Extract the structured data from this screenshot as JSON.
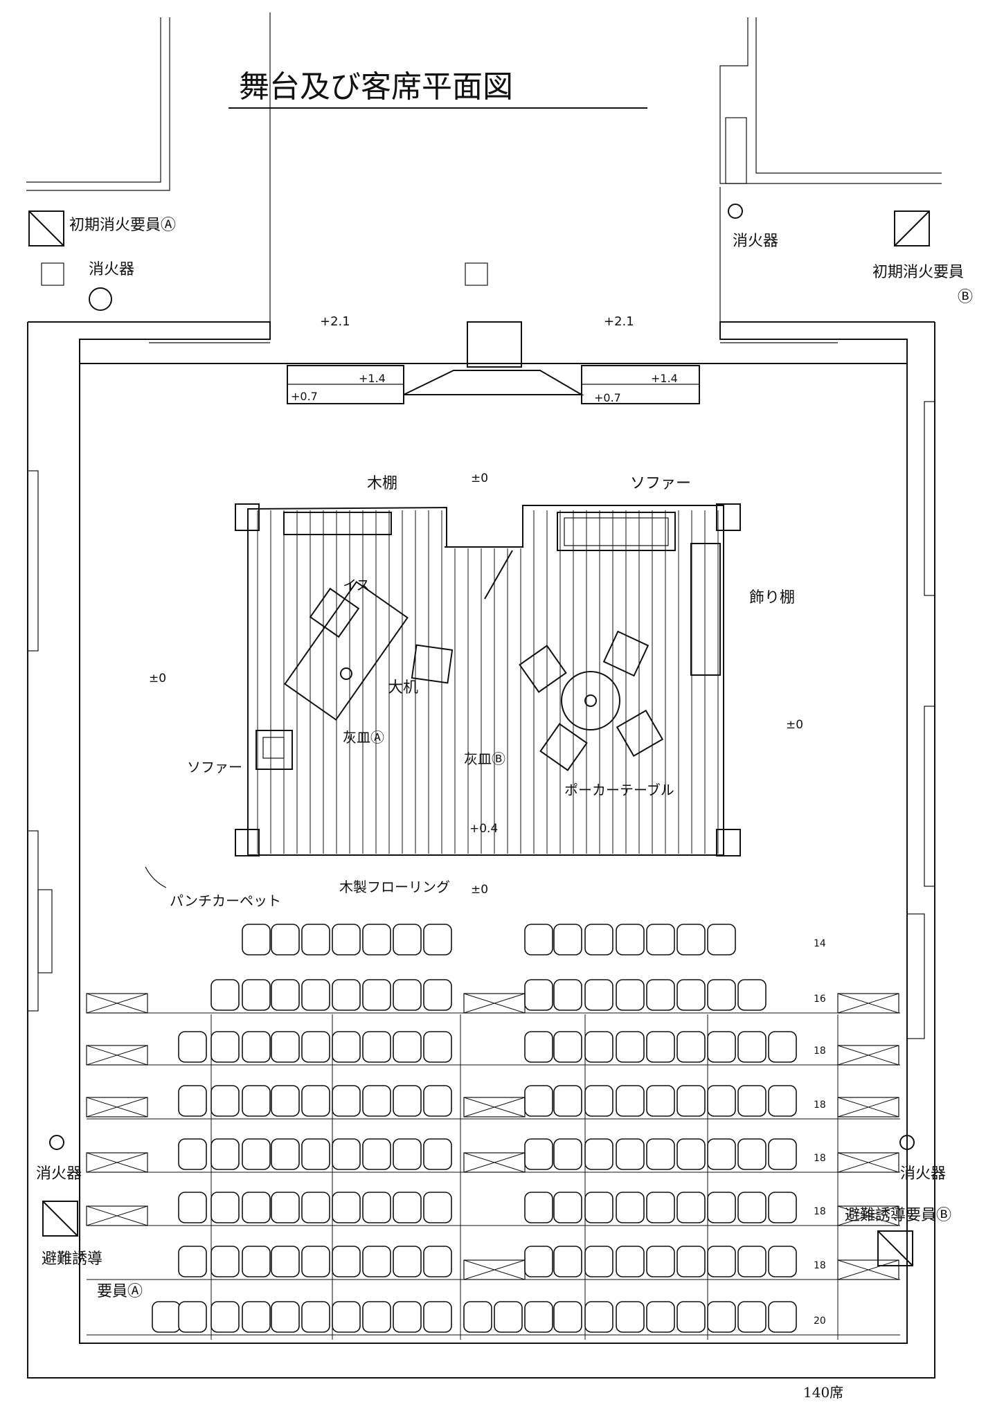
{
  "title": "舞台及び客席平面図",
  "labels": {
    "fire_warden_a": "初期消火要員Ⓐ",
    "fire_warden_b_line1": "初期消火要員",
    "fire_warden_b_line2": "Ⓑ",
    "extinguisher": "消火器",
    "evac_guide_a_line1": "避難誘導",
    "evac_guide_a_line2": "要員Ⓐ",
    "evac_guide_b": "避難誘導要員Ⓑ",
    "wood_shelf": "木棚",
    "sofa": "ソファー",
    "chair": "イス",
    "desk": "大机",
    "display_shelf": "飾り棚",
    "ashtray_a": "灰皿Ⓐ",
    "ashtray_b": "灰皿Ⓑ",
    "poker_table": "ポーカーテーブル",
    "wood_flooring": "木製フローリング",
    "panel_carpet": "パンチカーペット",
    "total_seats": "140席"
  },
  "levels": {
    "upper_left": "+2.1",
    "upper_right": "+2.1",
    "mid_left": "+1.4",
    "mid_right": "+1.4",
    "low_left": "+0.7",
    "low_right": "+0.7",
    "stage_top": "±0",
    "floor_left": "±0",
    "floor_right": "±0",
    "stage_floor": "+0.4",
    "front": "±0"
  },
  "rows": [
    {
      "count": "14"
    },
    {
      "count": "16"
    },
    {
      "count": "18"
    },
    {
      "count": "18"
    },
    {
      "count": "18"
    },
    {
      "count": "18"
    },
    {
      "count": "18"
    },
    {
      "count": "20"
    }
  ]
}
